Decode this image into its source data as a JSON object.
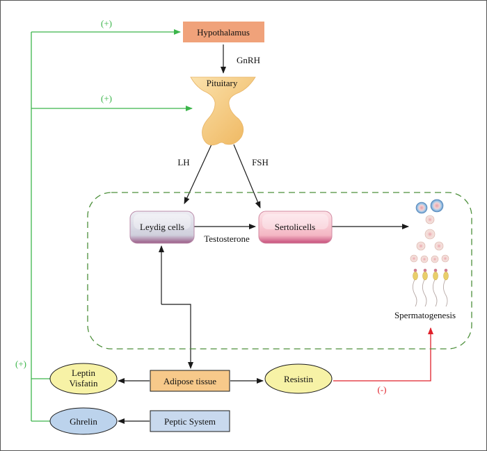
{
  "colors": {
    "green_line": "#3bb54a",
    "red_line": "#e0202a",
    "black_line": "#1a1a1a",
    "dashed_border": "#4c8f3a",
    "hypothalamus_fill": "#f0a27a",
    "pituitary_fill": "#f6cf84",
    "leydig_fill": "#d9d9e3",
    "sertoli_fill": "#f7c9d1",
    "adipose_fill": "#f7c98a",
    "peptic_fill": "#c8d9ee",
    "leptin_fill": "#f7f2a6",
    "resistin_fill": "#f7f2a6",
    "ghrelin_fill": "#bcd3ec"
  },
  "nodes": {
    "hypothalamus": "Hypothalamus",
    "pituitary": "Pituitary",
    "leydig": "Leydig cells",
    "sertoli": "Sertolicells",
    "spermatogenesis": "Spermatogenesis",
    "leptin_line1": "Leptin",
    "leptin_line2": "Visfatin",
    "adipose": "Adipose tissue",
    "resistin": "Resistin",
    "ghrelin": "Ghrelin",
    "peptic": "Peptic System"
  },
  "edge_labels": {
    "gnrh": "GnRH",
    "lh": "LH",
    "fsh": "FSH",
    "testosterone": "Testosterone",
    "plus_top": "(+)",
    "plus_mid": "(+)",
    "plus_left": "(+)",
    "minus": "(-)"
  }
}
